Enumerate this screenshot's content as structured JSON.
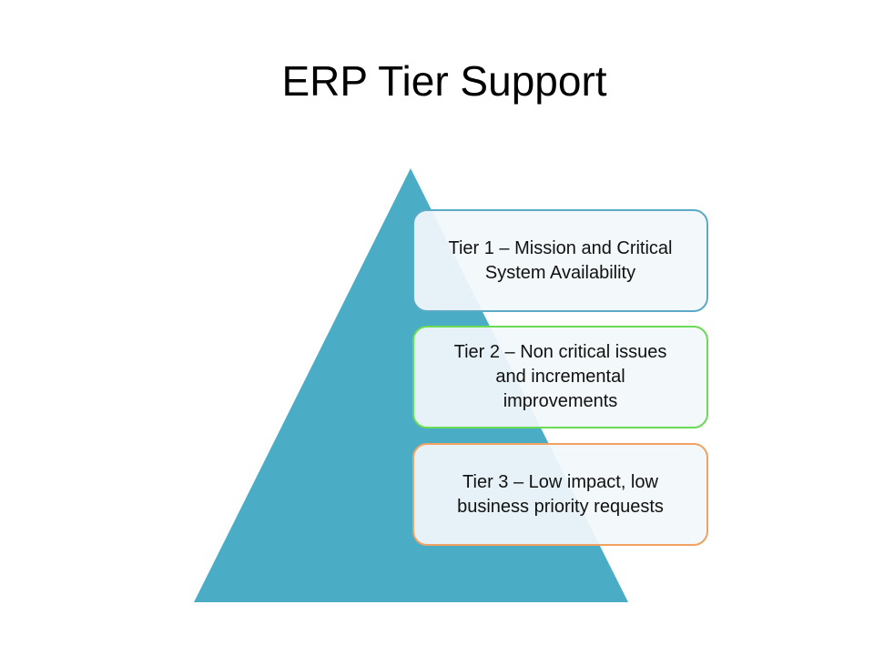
{
  "title": "ERP Tier Support",
  "colors": {
    "pyramid": "#4BACC6",
    "tier1_border": "#5AAAC8",
    "tier2_border": "#6ADB55",
    "tier3_border": "#F2A160"
  },
  "tiers": [
    {
      "label": "Tier 1 – Mission and Critical System Availability"
    },
    {
      "label": "Tier 2 – Non critical issues and incremental improvements"
    },
    {
      "label": "Tier 3 – Low impact, low business priority requests"
    }
  ]
}
